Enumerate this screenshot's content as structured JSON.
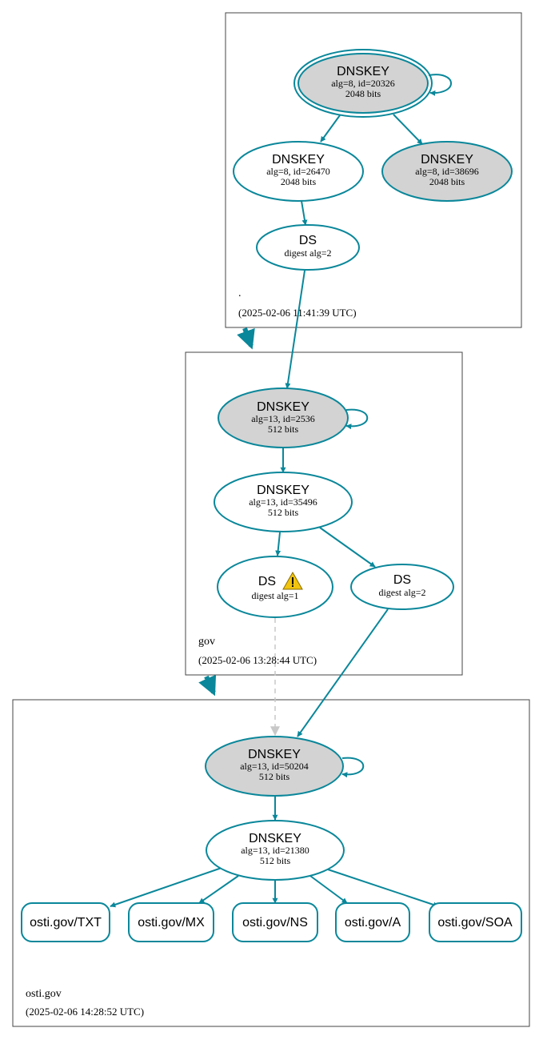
{
  "colors": {
    "edge": "#0a879a",
    "node_fill_ksk": "#d3d3d3",
    "node_fill_zsk": "#ffffff",
    "dashed_edge": "#c8c8c8",
    "warning": "#f1c40f"
  },
  "zones": {
    "root": {
      "label": ".",
      "timestamp": "(2025-02-06 11:41:39 UTC)",
      "nodes": {
        "ksk": {
          "title": "DNSKEY",
          "line1": "alg=8, id=20326",
          "line2": "2048 bits"
        },
        "zsk": {
          "title": "DNSKEY",
          "line1": "alg=8, id=26470",
          "line2": "2048 bits"
        },
        "key3": {
          "title": "DNSKEY",
          "line1": "alg=8, id=38696",
          "line2": "2048 bits"
        },
        "ds": {
          "title": "DS",
          "line1": "digest alg=2"
        }
      }
    },
    "gov": {
      "label": "gov",
      "timestamp": "(2025-02-06 13:28:44 UTC)",
      "nodes": {
        "ksk": {
          "title": "DNSKEY",
          "line1": "alg=13, id=2536",
          "line2": "512 bits"
        },
        "zsk": {
          "title": "DNSKEY",
          "line1": "alg=13, id=35496",
          "line2": "512 bits"
        },
        "ds1": {
          "title": "DS",
          "line1": "digest alg=1",
          "icon": "warning-icon"
        },
        "ds2": {
          "title": "DS",
          "line1": "digest alg=2"
        }
      }
    },
    "osti": {
      "label": "osti.gov",
      "timestamp": "(2025-02-06 14:28:52 UTC)",
      "nodes": {
        "ksk": {
          "title": "DNSKEY",
          "line1": "alg=13, id=50204",
          "line2": "512 bits"
        },
        "zsk": {
          "title": "DNSKEY",
          "line1": "alg=13, id=21380",
          "line2": "512 bits"
        }
      },
      "rrsets": [
        "osti.gov/TXT",
        "osti.gov/MX",
        "osti.gov/NS",
        "osti.gov/A",
        "osti.gov/SOA"
      ]
    }
  }
}
